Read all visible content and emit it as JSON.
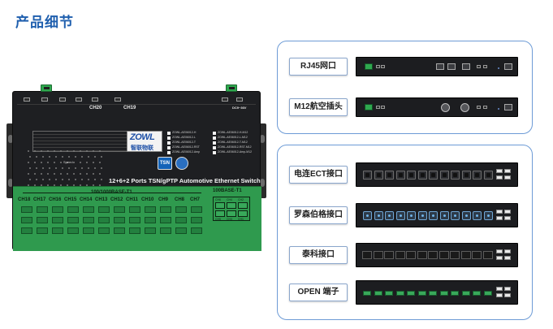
{
  "section_title": "产品细节",
  "device": {
    "product_name": "12+6+2 Ports TSN/gPTP Automotive Ethernet Switch",
    "logo_main": "ZOWL",
    "logo_sub": "智联物联",
    "tsn_badge": "TSN",
    "speed_label": "Speed",
    "top_ch_left": "CH20",
    "top_ch_right": "CH19",
    "top_right_label": "DC9~36V",
    "green_panel_title": "100/1000BASE-T1",
    "green_panel_right_title": "100BASE-T1",
    "channels": [
      "CH18",
      "CH17",
      "CH16",
      "CH15",
      "CH14",
      "CH13",
      "CH12",
      "CH11",
      "CH10",
      "CH9",
      "CH8",
      "CH7"
    ],
    "rj_labels": [
      "CH6",
      "CH4",
      "CH2",
      "CH5",
      "CH3",
      "CH1"
    ],
    "models": [
      "ZOWL-AE06012-H",
      "ZOWL-AE06012-L",
      "ZOWL-AE06012-T",
      "ZOWL-AE06012-RST",
      "ZOWL-AE06012-Amp",
      "ZOWL-AE06012-H-M12",
      "ZOWL-AE06012-L-M12",
      "ZOWL-AE06012-T-M12",
      "ZOWL-AE06012-RST-M12",
      "ZOWL-AE06012-Amp-M12"
    ]
  },
  "panel_top": {
    "rows": [
      {
        "label": "RJ45网口"
      },
      {
        "label": "M12航空插头"
      }
    ]
  },
  "panel_bottom": {
    "rows": [
      {
        "label": "电连ECT接口"
      },
      {
        "label": "罗森伯格接口"
      },
      {
        "label": "泰科接口"
      },
      {
        "label": "OPEN 端子"
      }
    ]
  }
}
